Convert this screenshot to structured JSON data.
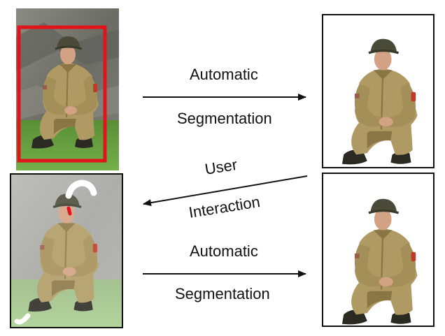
{
  "labels": {
    "automatic_1": "Automatic",
    "segmentation_1": "Segmentation",
    "user": "User",
    "interaction": "Interaction",
    "automatic_2": "Automatic",
    "segmentation_2": "Segmentation"
  },
  "colors": {
    "bounding_box": "#e0141a",
    "panel_border": "#111111",
    "arrow": "#111111",
    "stroke_white": "#ffffff",
    "stroke_red": "#e0141a",
    "uniform": "#b09a63",
    "uniform_shadow": "#8a7644",
    "helmet": "#4a4a38",
    "skin": "#d3a184",
    "grass": "#5f9a3c",
    "rock": "#6f7068"
  },
  "icons": {
    "original_photo": "soldier-photo-with-bounding-box",
    "segmented_1": "segmented-soldier-image",
    "user_strokes": "faded-photo-with-user-strokes",
    "segmented_2": "refined-segmented-soldier-image"
  }
}
